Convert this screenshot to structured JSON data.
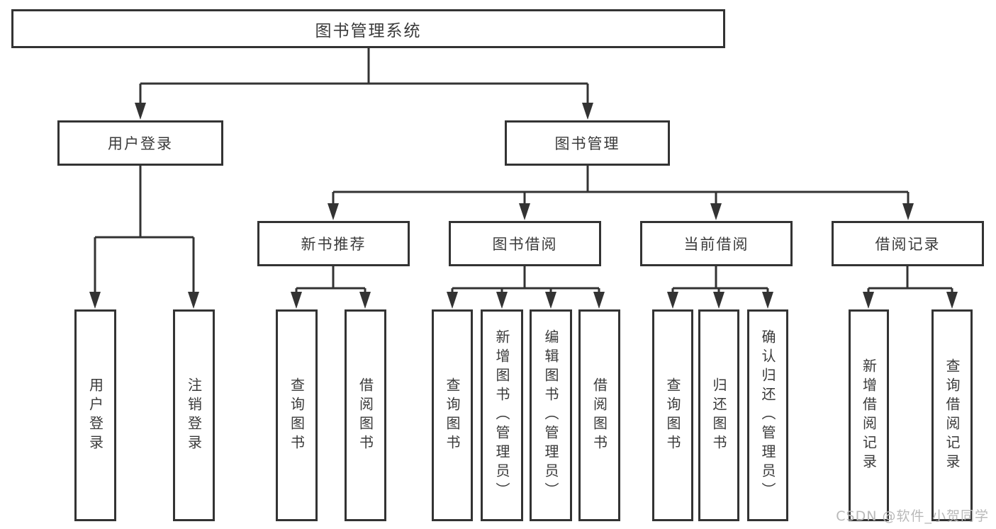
{
  "colors": {
    "background": "#ffffff",
    "line": "#333333",
    "box_border": "#333333",
    "box_fill": "#ffffff",
    "text": "#3a3a3a",
    "watermark": "#b9b9b9"
  },
  "watermark": {
    "text": "CSDN @软件_小贺同学"
  },
  "tree": {
    "root": {
      "label": "图书管理系统"
    },
    "children": [
      {
        "label": "用户登录",
        "children": [
          {
            "label": "用户登录"
          },
          {
            "label": "注销登录"
          }
        ]
      },
      {
        "label": "图书管理",
        "children": [
          {
            "label": "新书推荐",
            "children": [
              {
                "label": "查询图书"
              },
              {
                "label": "借阅图书"
              }
            ]
          },
          {
            "label": "图书借阅",
            "children": [
              {
                "label": "查询图书"
              },
              {
                "label": "新增图书（管理员）"
              },
              {
                "label": "编辑图书（管理员）"
              },
              {
                "label": "借阅图书"
              }
            ]
          },
          {
            "label": "当前借阅",
            "children": [
              {
                "label": "查询图书"
              },
              {
                "label": "归还图书"
              },
              {
                "label": "确认归还（管理员）"
              }
            ]
          },
          {
            "label": "借阅记录",
            "children": [
              {
                "label": "新增借阅记录"
              },
              {
                "label": "查询借阅记录"
              }
            ]
          }
        ]
      }
    ]
  }
}
